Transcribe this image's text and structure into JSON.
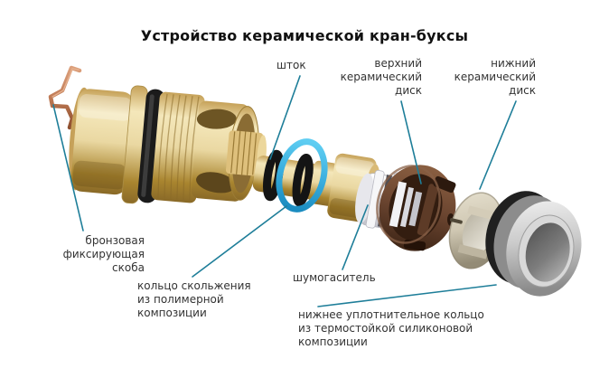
{
  "title": "Устройство керамической кран-буксы",
  "labels": {
    "stem": "шток",
    "upper_disc": "верхний\nкерамический\nдиск",
    "lower_disc": "нижний\nкерамический\nдиск",
    "clip": "бронзовая\nфиксирующая\nскоба",
    "slide_ring": "кольцо скольжения\nиз полимерной\nкомпозиции",
    "silencer": "шумогаситель",
    "seal_ring": "нижнее уплотнительное кольцо\nиз термостойкой силиконовой\nкомпозиции"
  },
  "colors": {
    "background": "#ffffff",
    "title_color": "#111111",
    "text_color": "#333333",
    "leader_color": "#1e7e99",
    "brass": "#ead8a2",
    "o_ring_black": "#1b1b1b",
    "copper_clip": "#bf7a55",
    "slide_ring_cyan": "#3aaede",
    "silencer_white": "#f2f2f5",
    "upper_disc_brown": "#6b4530",
    "lower_disc_tan": "#cfc7b2",
    "seal_ring_silver": "#c9c9c9"
  }
}
